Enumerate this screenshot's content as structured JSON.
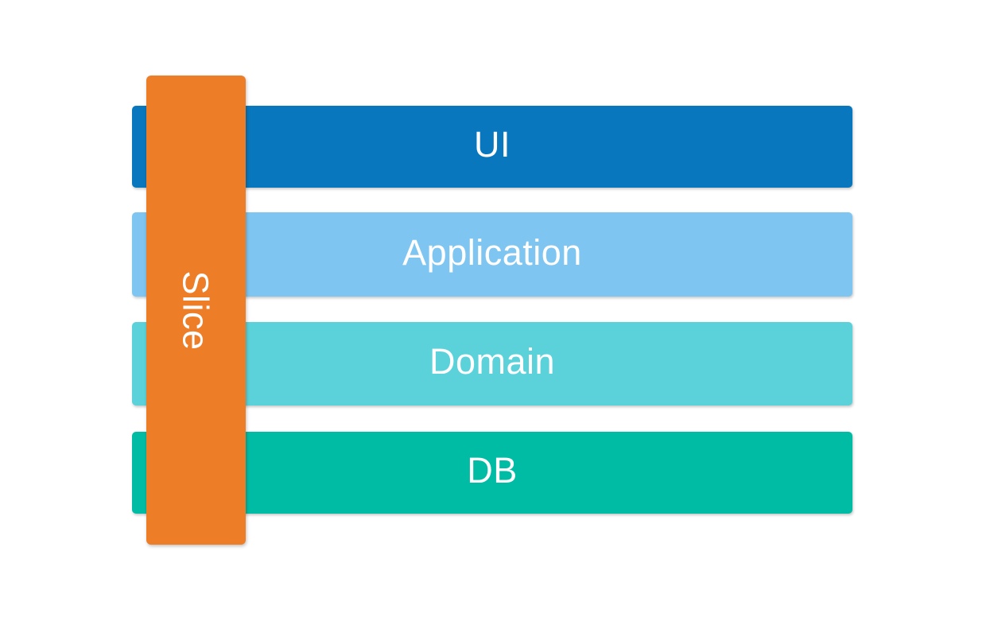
{
  "diagram": {
    "background_color": "#ffffff",
    "text_color": "#ffffff",
    "slice": {
      "label": "Slice",
      "color": "#ED7D26"
    },
    "layers": [
      {
        "label": "UI",
        "color": "#0877BD"
      },
      {
        "label": "Application",
        "color": "#7EC5F1"
      },
      {
        "label": "Domain",
        "color": "#5BD2DA"
      },
      {
        "label": "DB",
        "color": "#00BCA4"
      }
    ]
  }
}
